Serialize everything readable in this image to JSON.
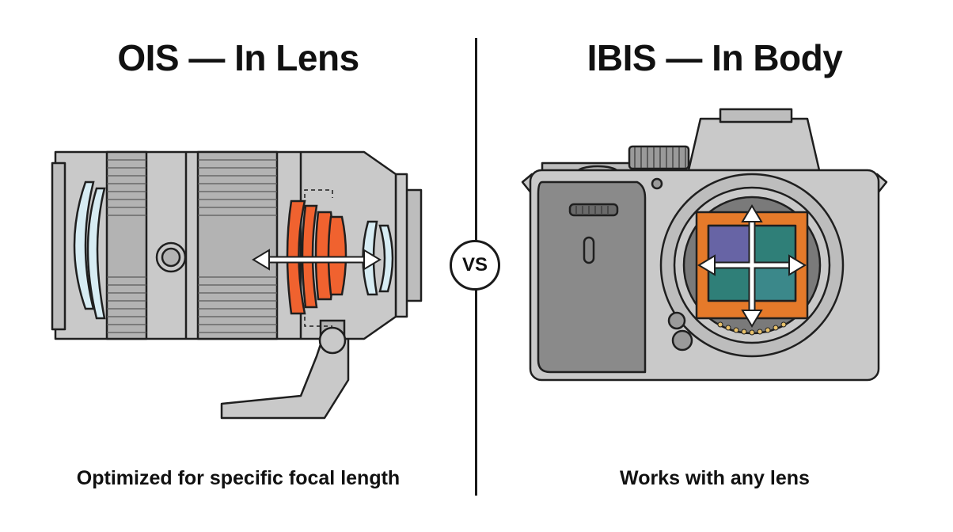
{
  "left": {
    "title": "OIS — In Lens",
    "caption": "Optimized for specific focal length"
  },
  "right": {
    "title": "IBIS — In Body",
    "caption": "Works with any lens"
  },
  "center": {
    "vs_label": "VS"
  },
  "colors": {
    "body_gray": "#c9c9c9",
    "dark_gray": "#8a8a8a",
    "outline": "#1f1f1f",
    "glass": "#d7ecf3",
    "stabilizer_orange": "#f0622f",
    "sensor_orange": "#e57a2a",
    "sensor_teal": "#2f7f78",
    "sensor_purple": "#7a5bb5"
  },
  "icons": {
    "lens": "telephoto-lens-illustration",
    "camera": "mirrorless-camera-illustration",
    "arrows": "double-arrow-icon"
  }
}
